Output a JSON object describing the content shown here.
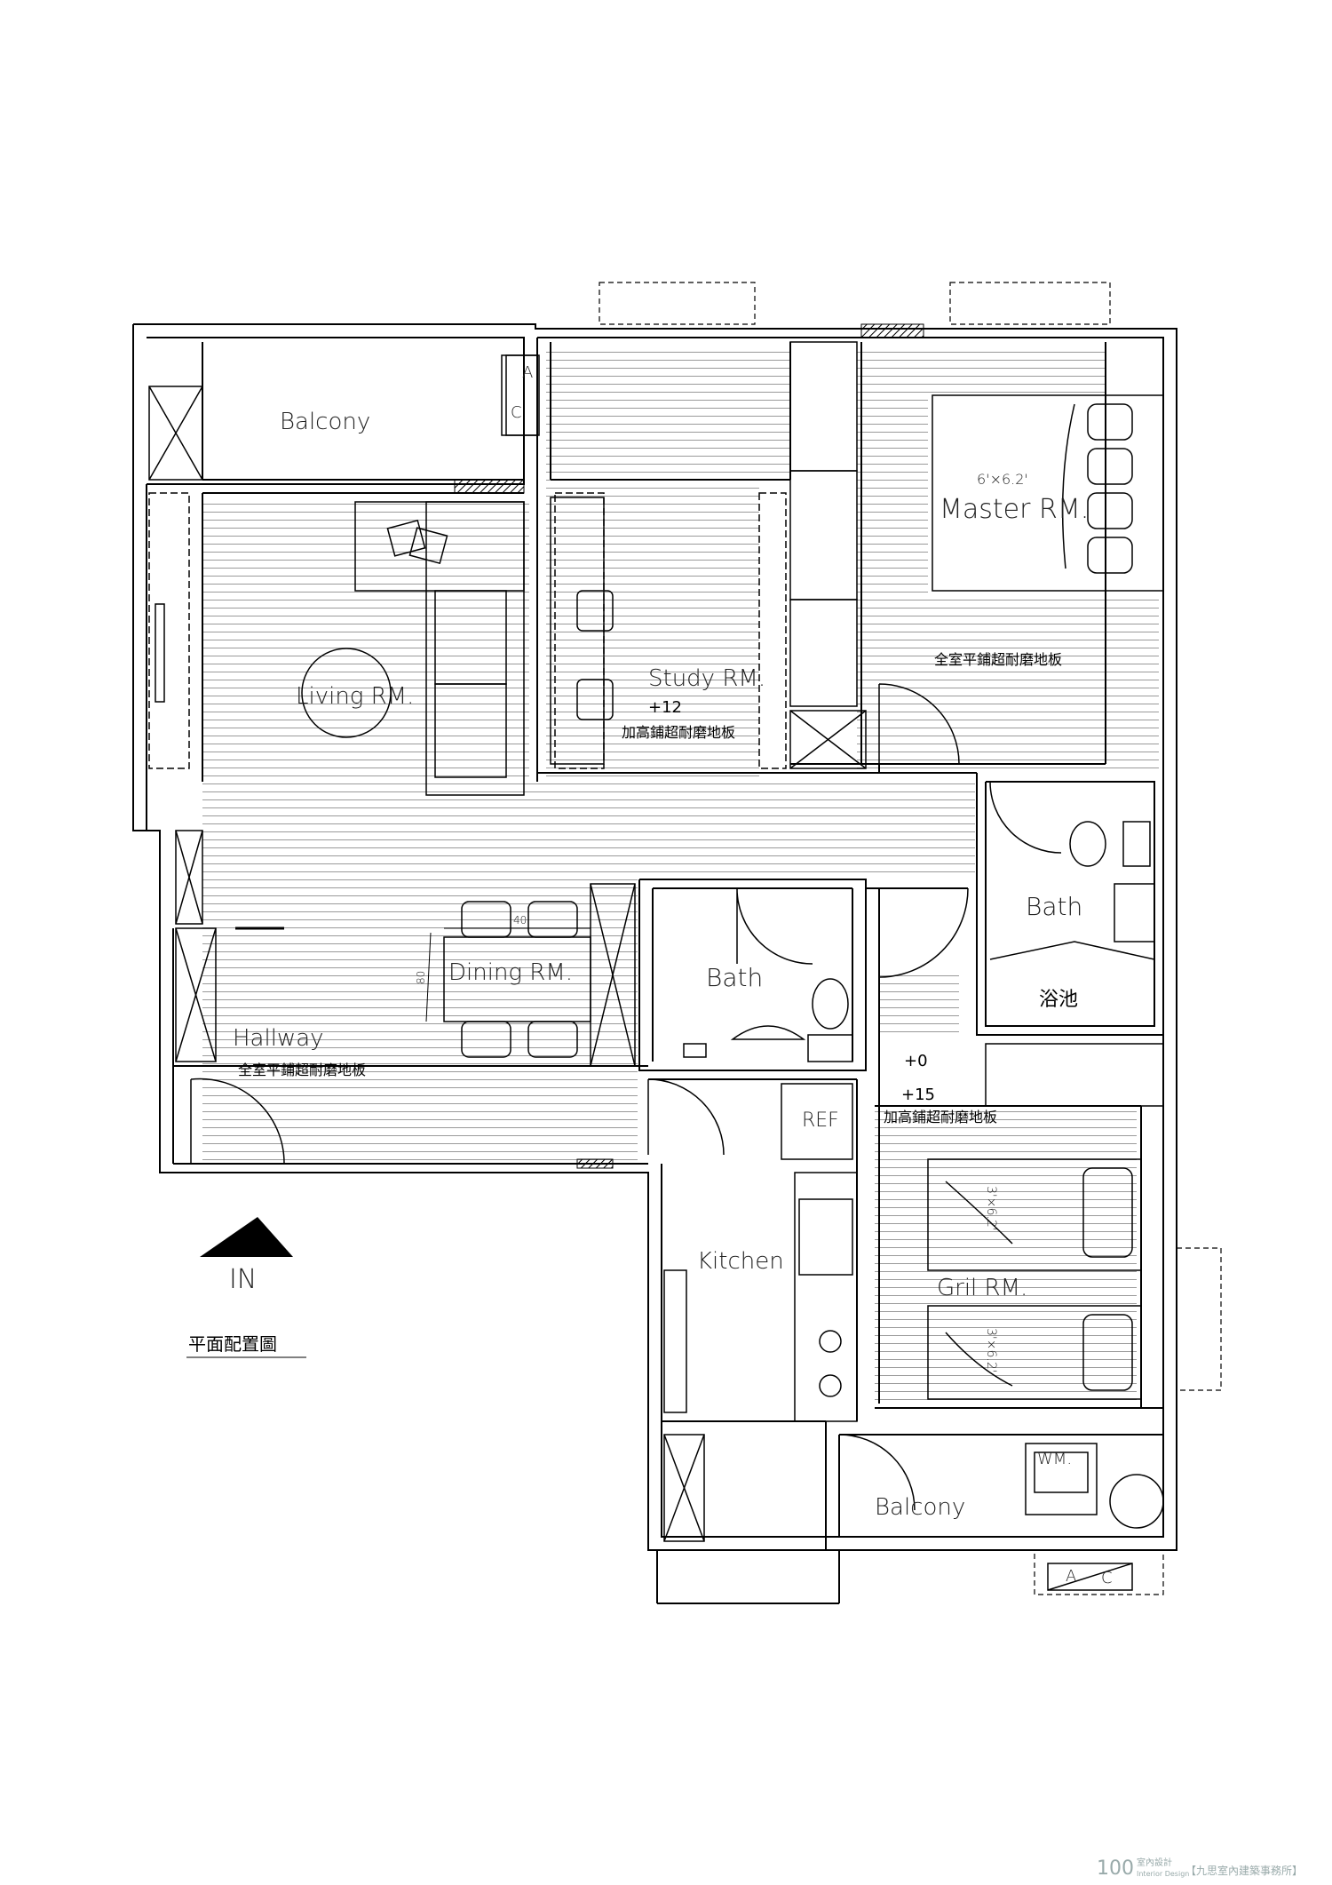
{
  "rooms": {
    "balcony_top": "Balcony",
    "living": "Living RM.",
    "study": "Study RM.",
    "master": "Master RM.",
    "bath_master": "Bath",
    "bath_center": "Bath",
    "dining": "Dining RM.",
    "hallway": "Hallway",
    "kitchen": "Kitchen",
    "girl": "Gril RM.",
    "balcony_bottom": "Balcony"
  },
  "labels": {
    "floor_master": "全室平鋪超耐磨地板",
    "floor_hallway": "全室平鋪超耐磨地板",
    "study_level": "+12",
    "study_floor": "加高鋪超耐磨地板",
    "girl_level_0": "+0",
    "girl_level_15": "+15",
    "girl_floor": "加高鋪超耐磨地板",
    "bathtub": "浴池",
    "bed_master": "6'×6.2'",
    "bed_girl_1": "3'×6.2'",
    "bed_girl_2": "3'×6.2'",
    "ref": "REF",
    "wm": "WM.",
    "ac_a_top": "A",
    "ac_c_top": "C",
    "ac_a_bottom": "A",
    "ac_c_bottom": "C",
    "dim_40": "40",
    "dim_80": "80",
    "entry": "IN",
    "plan_title": "平面配置圖"
  },
  "footer": {
    "brand_num": "100",
    "brand_cn": "室內設計",
    "brand_en": "Interior Design",
    "studio": "【九思室內建築事務所】"
  }
}
